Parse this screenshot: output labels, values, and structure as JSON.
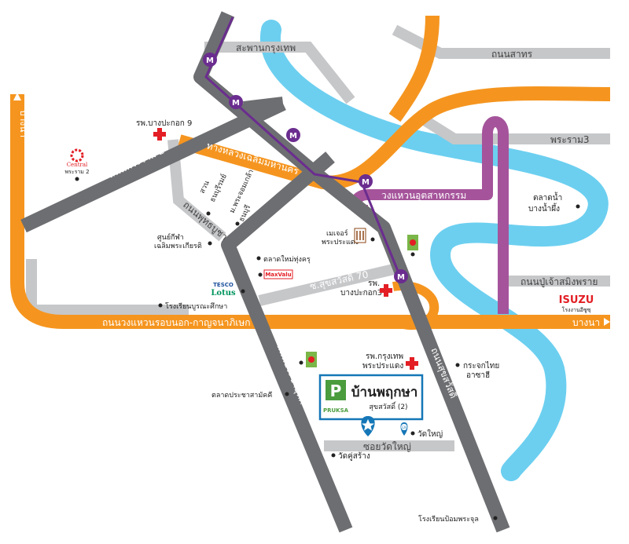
{
  "colors": {
    "river": "#6ccff0",
    "orange": "#f5951f",
    "purple": "#a5549b",
    "metro": "#6b2d8f",
    "grey_dark": "#6d6e71",
    "grey_light": "#c6c7c9",
    "project_border": "#1577b7",
    "cross": "#e31e24",
    "green": "#7ab648"
  },
  "roads": {
    "saphan_krungthep": "สะพานกรุงเทพ",
    "sathorn": "ถนนสาทร",
    "rama3": "พระราม3",
    "rama2": "ถนนพระราม 2",
    "highway_chaloem": "ทางหลวงเฉลิมมหานคร",
    "ring_industrial": "วงแหวนอุตสาหกรรม",
    "phutthabucha": "ถนนพุทธบูชา",
    "suksawat70": "ซ.สุขสวัสดิ์ 70",
    "outer_ring": "ถนนวงแหวนรอบนอก-กาญจนาภิเษก",
    "bang_na_right": "บางนา",
    "bang_na_left": "บางนา",
    "pracha_uthit": "ถนนประชาอุทิศ",
    "suksawat": "ถนนสุขสวัสดิ์",
    "pu_chao": "ถนนปู่เจ้าสมิงพราย",
    "soi_wat_yai": "ซอยวัดใหญ่"
  },
  "pois": {
    "hosp_bangpakok9": "รพ.บางปะกอก 9",
    "central_name": "Central",
    "central_sub": "พระราม 2",
    "suan_thon1": "สวน",
    "suan_thon2": "ธนบุรีรมย์",
    "ban_phrachom1": "ม.พระจอมเกล้า",
    "ban_phrachom2": "ธนบุรี",
    "sports1": "ศูนย์กีฬา",
    "sports2": "เฉลิมพระเกียรติ",
    "major1": "เมเจอร์",
    "major2": "พระประแดง",
    "market_new": "ตลาดใหม่ทุ่งครุ",
    "maxvalu": "MaxValu",
    "tesco": "TESCO",
    "lotus": "Lotus",
    "school_bunnanon": "โรงเรียนบูรณะศึกษา",
    "hosp_bangpakok3_1": "รพ.",
    "hosp_bangpakok3_2": "บางปะกอก3",
    "floating_market1": "ตลาดน้ำ",
    "floating_market2": "บางน้ำผึ้ง",
    "isuzu": "ISUZU",
    "isuzu_sub": "โรงงานอีซูซุ",
    "hosp_krungthep1": "รพ.กรุงเทพ",
    "hosp_krungthep2": "พระประแดง",
    "ministry1": "กระจกไทย",
    "ministry2": "อาซาฮี",
    "market_pracha": "ตลาดประชาสามัคคี",
    "wat_yai": "วัดใหญ่",
    "wat_khu_sang": "วัดคู่สร้าง",
    "school_pom": "โรงเรียนป้อมพระจุล",
    "route_badge": "128"
  },
  "project": {
    "brand": "PRUKSA",
    "logo_letter": "P",
    "name": "บ้านพฤกษา",
    "sub": "สุขสวัสดิ์ (2)"
  },
  "icons": {
    "metro": "M",
    "bang_na_arrow": "arrow-icon"
  }
}
